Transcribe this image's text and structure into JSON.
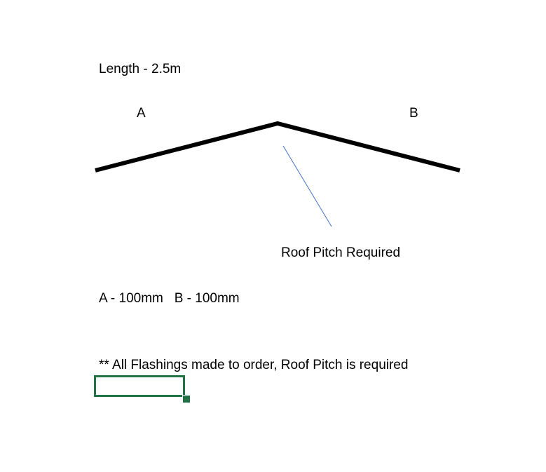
{
  "sheet": {
    "length_label": "Length - 2.5m",
    "label_a": "A",
    "label_b": "B",
    "pitch_label": "Roof Pitch Required",
    "dimensions": "A - 100mm   B - 100mm",
    "note": "** All Flashings made to order, Roof Pitch is required"
  },
  "colors": {
    "selection": "#217346",
    "pointer_line": "#4472C4"
  }
}
